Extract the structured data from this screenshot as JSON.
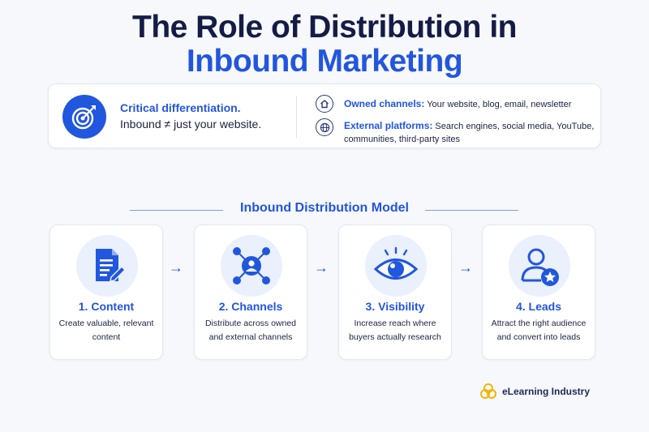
{
  "title": {
    "line1": "The Role of Distribution in",
    "line2": "Inbound Marketing"
  },
  "differentiation": {
    "icon": "target-icon",
    "title": "Critical differentiation.",
    "text": "Inbound ≠ just your website."
  },
  "channels": {
    "owned": {
      "icon": "home-icon",
      "label": "Owned channels:",
      "text": "Your website, blog, email, newsletter"
    },
    "external": {
      "icon": "globe-icon",
      "label": "External platforms:",
      "text": "Search engines, social media, YouTube, communities, third-party sites"
    }
  },
  "model": {
    "title": "Inbound Distribution Model",
    "steps": [
      {
        "icon": "document-icon",
        "title": "1. Content",
        "desc": "Create valuable, relevant content"
      },
      {
        "icon": "network-icon",
        "title": "2. Channels",
        "desc": "Distribute across owned and external channels"
      },
      {
        "icon": "eye-icon",
        "title": "3. Visibility",
        "desc": "Increase reach where buyers actually research"
      },
      {
        "icon": "user-star-icon",
        "title": "4. Leads",
        "desc": "Attract the right audience and convert into leads"
      }
    ],
    "arrow": "→"
  },
  "brand": {
    "name": "eLearning Industry"
  },
  "colors": {
    "navy": "#141c46",
    "blue": "#2255e0",
    "lightblue": "#eaf0fc",
    "logo_yellow": "#f2b705"
  }
}
